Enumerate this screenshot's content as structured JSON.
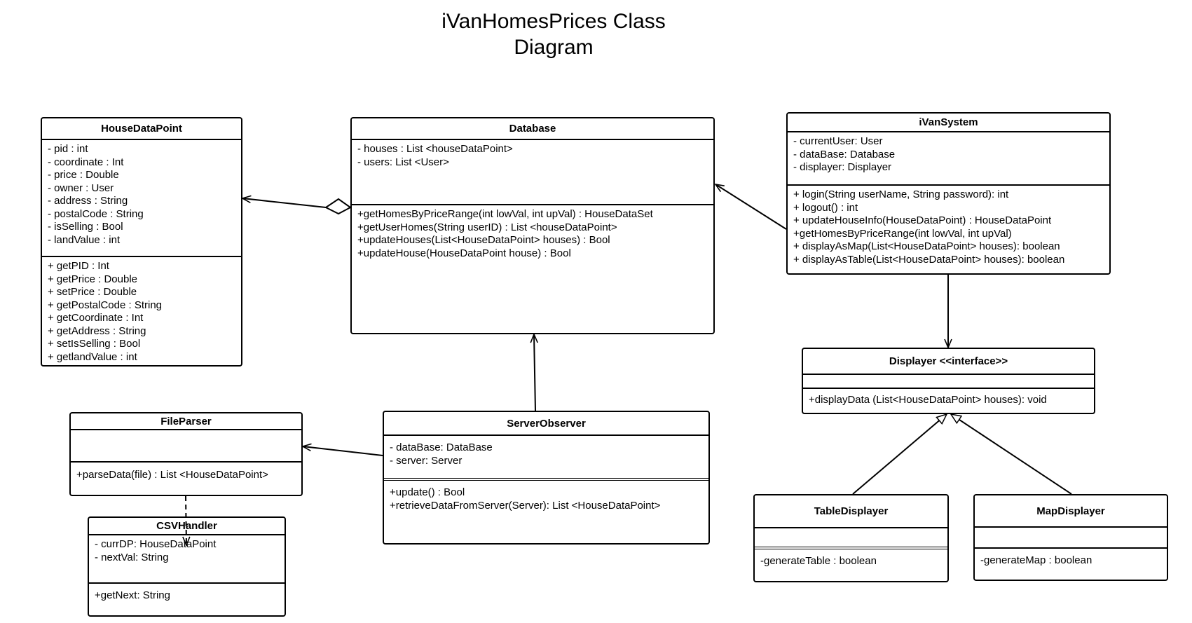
{
  "title_line1": "iVanHomesPrices Class",
  "title_line2": "Diagram",
  "classes": {
    "house_data_point": {
      "name": "HouseDataPoint",
      "attributes": [
        "- pid : int",
        "- coordinate : Int",
        "- price : Double",
        "- owner : User",
        "- address : String",
        "- postalCode : String",
        "- isSelling : Bool",
        "- landValue : int"
      ],
      "methods": [
        "+ getPID : Int",
        "+ getPrice : Double",
        "+ setPrice : Double",
        "+ getPostalCode : String",
        "+ getCoordinate : Int",
        "+ getAddress : String",
        "+ setIsSelling : Bool",
        "+ getlandValue : int"
      ]
    },
    "database": {
      "name": "Database",
      "attributes": [
        "- houses : List <houseDataPoint>",
        "- users: List <User>"
      ],
      "methods": [
        "+getHomesByPriceRange(int lowVal, int upVal) : HouseDataSet",
        "+getUserHomes(String userID) : List <houseDataPoint>",
        "+updateHouses(List<HouseDataPoint> houses) : Bool",
        "+updateHouse(HouseDataPoint house) : Bool"
      ]
    },
    "ivan_system": {
      "name": "iVanSystem",
      "attributes": [
        "- currentUser: User",
        "- dataBase: Database",
        "- displayer: Displayer"
      ],
      "methods": [
        "+ login(String userName, String password): int",
        "+ logout() : int",
        "+ updateHouseInfo(HouseDataPoint) : HouseDataPoint",
        "+getHomesByPriceRange(int lowVal, int upVal)",
        "+ displayAsMap(List<HouseDataPoint> houses): boolean",
        "+ displayAsTable(List<HouseDataPoint> houses): boolean"
      ]
    },
    "displayer": {
      "name": "Displayer <<interface>>",
      "attributes": [],
      "methods": [
        "+displayData (List<HouseDataPoint> houses): void"
      ]
    },
    "file_parser": {
      "name": "FileParser",
      "attributes": [],
      "methods": [
        "+parseData(file) : List <HouseDataPoint>"
      ]
    },
    "server_observer": {
      "name": "ServerObserver",
      "attributes": [
        "- dataBase: DataBase",
        "- server: Server"
      ],
      "methods": [
        "+update() : Bool",
        "+retrieveDataFromServer(Server): List <HouseDataPoint>"
      ]
    },
    "csv_handler": {
      "name": "CSVHandler",
      "attributes": [
        "- currDP: HouseDataPoint",
        "- nextVal: String"
      ],
      "methods": [
        "+getNext: String"
      ]
    },
    "table_displayer": {
      "name": "TableDisplayer",
      "attributes": [],
      "methods": [
        "-generateTable : boolean"
      ]
    },
    "map_displayer": {
      "name": "MapDisplayer",
      "attributes": [],
      "methods": [
        "-generateMap : boolean"
      ]
    }
  }
}
